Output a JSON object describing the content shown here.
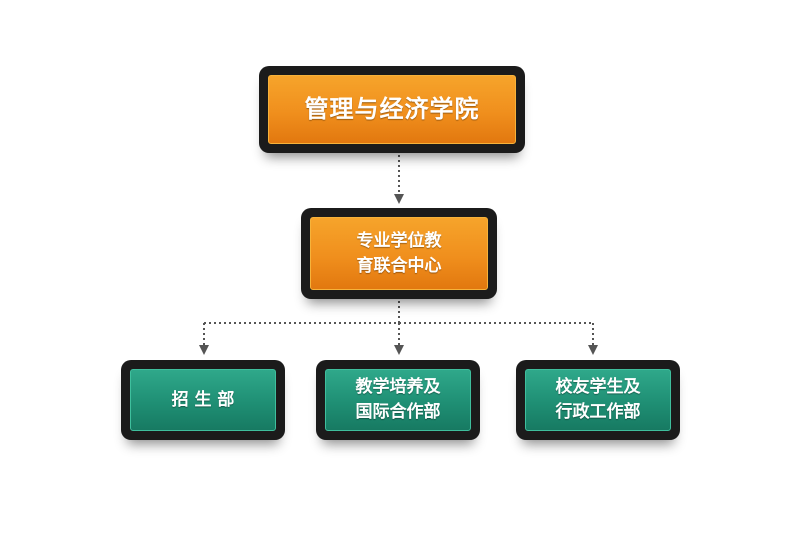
{
  "diagram": {
    "root": {
      "label": "管理与经济学院"
    },
    "center": {
      "line1": "专业学位教",
      "line2": "育联合中心"
    },
    "departments": [
      {
        "label": "招 生 部"
      },
      {
        "line1": "教学培养及",
        "line2": "国际合作部"
      },
      {
        "line1": "校友学生及",
        "line2": "行政工作部"
      }
    ]
  },
  "colors": {
    "orange": "#f08f1d",
    "green": "#1f8f74",
    "frame": "#1b1b1b",
    "connector": "#555555"
  }
}
